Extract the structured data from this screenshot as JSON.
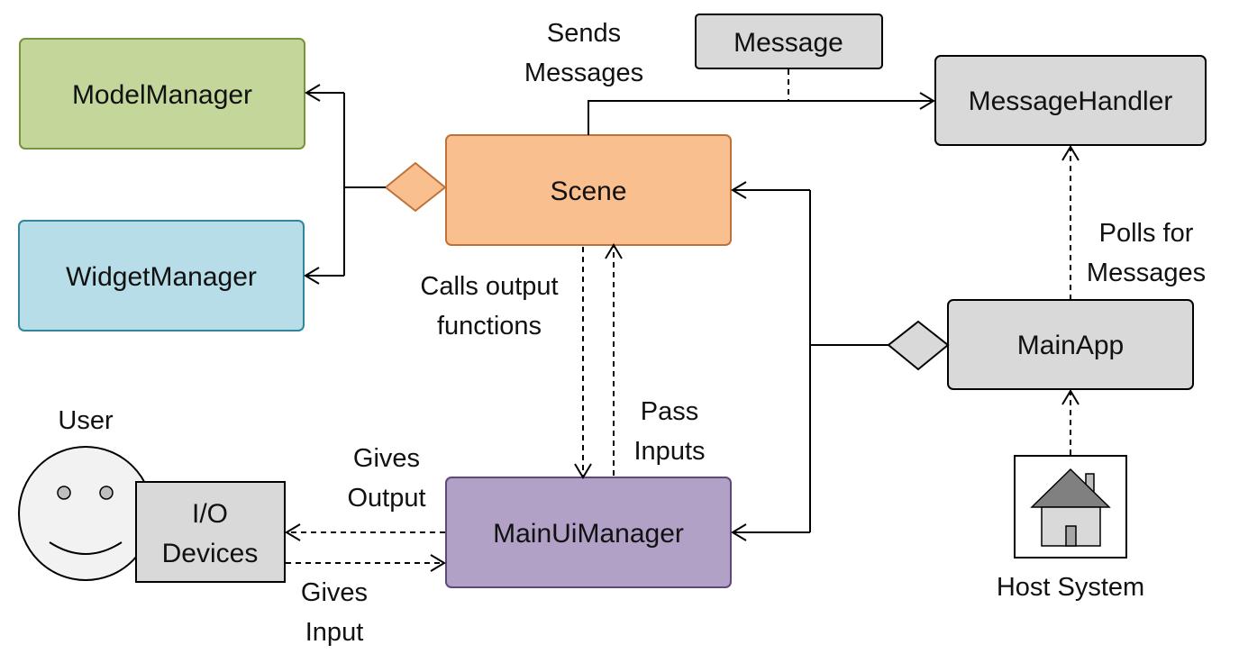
{
  "nodes": {
    "model_manager": {
      "label": "ModelManager",
      "fill": "#c4d79b",
      "stroke": "#77933c"
    },
    "widget_manager": {
      "label": "WidgetManager",
      "fill": "#b7dde8",
      "stroke": "#31859c"
    },
    "scene": {
      "label": "Scene",
      "fill": "#f9bf8f",
      "stroke": "#c0713a"
    },
    "message": {
      "label": "Message",
      "fill": "#d9d9d9",
      "stroke": "#000000"
    },
    "message_handler": {
      "label": "MessageHandler",
      "fill": "#d9d9d9",
      "stroke": "#000000"
    },
    "main_app": {
      "label": "MainApp",
      "fill": "#d9d9d9",
      "stroke": "#000000"
    },
    "main_ui_manager": {
      "label": "MainUiManager",
      "fill": "#b2a1c7",
      "stroke": "#5f497a"
    },
    "io_devices": {
      "line1": "I/O",
      "line2": "Devices",
      "fill": "#d9d9d9",
      "stroke": "#000000"
    },
    "host_system": {
      "label": "Host System",
      "icon": "house-icon"
    },
    "user": {
      "label": "User",
      "icon": "smiley-face-icon"
    }
  },
  "edge_labels": {
    "sends_messages": {
      "line1": "Sends",
      "line2": "Messages"
    },
    "calls_output": {
      "line1": "Calls output",
      "line2": "functions"
    },
    "pass_inputs": {
      "line1": "Pass",
      "line2": "Inputs"
    },
    "polls_for_messages": {
      "line1": "Polls for",
      "line2": "Messages"
    },
    "gives_output": {
      "line1": "Gives",
      "line2": "Output"
    },
    "gives_input": {
      "line1": "Gives",
      "line2": "Input"
    }
  }
}
